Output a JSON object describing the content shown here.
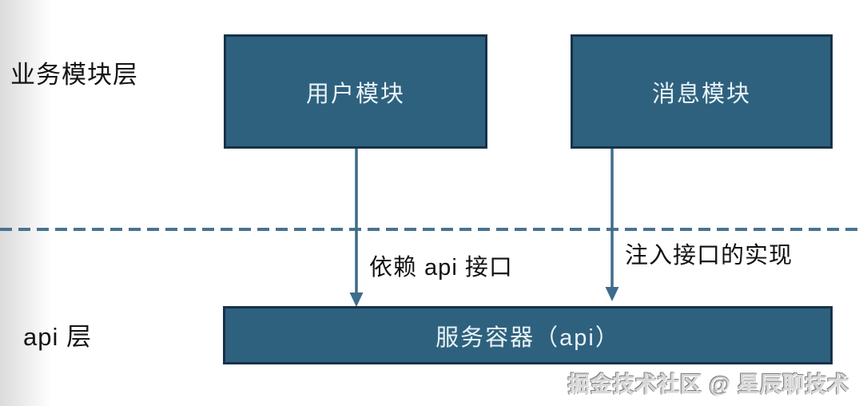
{
  "diagram": {
    "layer_labels": [
      {
        "text": "业务模块层"
      },
      {
        "text": "api 层"
      }
    ],
    "modules": [
      {
        "label": "用户模块"
      },
      {
        "label": "消息模块"
      }
    ],
    "service_container": {
      "label": "服务容器（api）"
    },
    "arrows": [
      {
        "label": "依赖 api 接口"
      },
      {
        "label": "注入接口的实现"
      }
    ],
    "watermark": "掘金技术社区 @ 星辰聊技术",
    "colors": {
      "box_fill": "#2e617e",
      "box_border": "#173248",
      "arrow": "#3e6c8c",
      "dashed_line": "#4a7390",
      "label_text": "#111111",
      "box_text": "#e9f3f7"
    }
  }
}
